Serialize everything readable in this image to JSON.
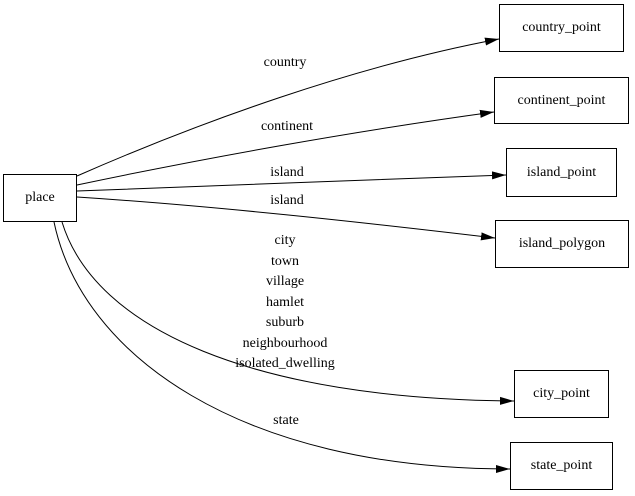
{
  "diagram": {
    "type": "directed-graph",
    "background": "#ffffff",
    "colors": {
      "node_fill": "#ffffff",
      "node_border": "#000000",
      "edge": "#000000",
      "text": "#000000"
    },
    "nodes": [
      {
        "id": "place",
        "label": "place"
      },
      {
        "id": "country_point",
        "label": "country_point"
      },
      {
        "id": "continent_point",
        "label": "continent_point"
      },
      {
        "id": "island_point",
        "label": "island_point"
      },
      {
        "id": "island_polygon",
        "label": "island_polygon"
      },
      {
        "id": "city_point",
        "label": "city_point"
      },
      {
        "id": "state_point",
        "label": "state_point"
      }
    ],
    "edges": [
      {
        "from": "place",
        "to": "country_point",
        "label": "country"
      },
      {
        "from": "place",
        "to": "continent_point",
        "label": "continent"
      },
      {
        "from": "place",
        "to": "island_point",
        "label": "island"
      },
      {
        "from": "place",
        "to": "island_polygon",
        "label": "island"
      },
      {
        "from": "place",
        "to": "city_point",
        "label": "city\ntown\nvillage\nhamlet\nsuburb\nneighbourhood\nisolated_dwelling"
      },
      {
        "from": "place",
        "to": "state_point",
        "label": "state"
      }
    ]
  }
}
